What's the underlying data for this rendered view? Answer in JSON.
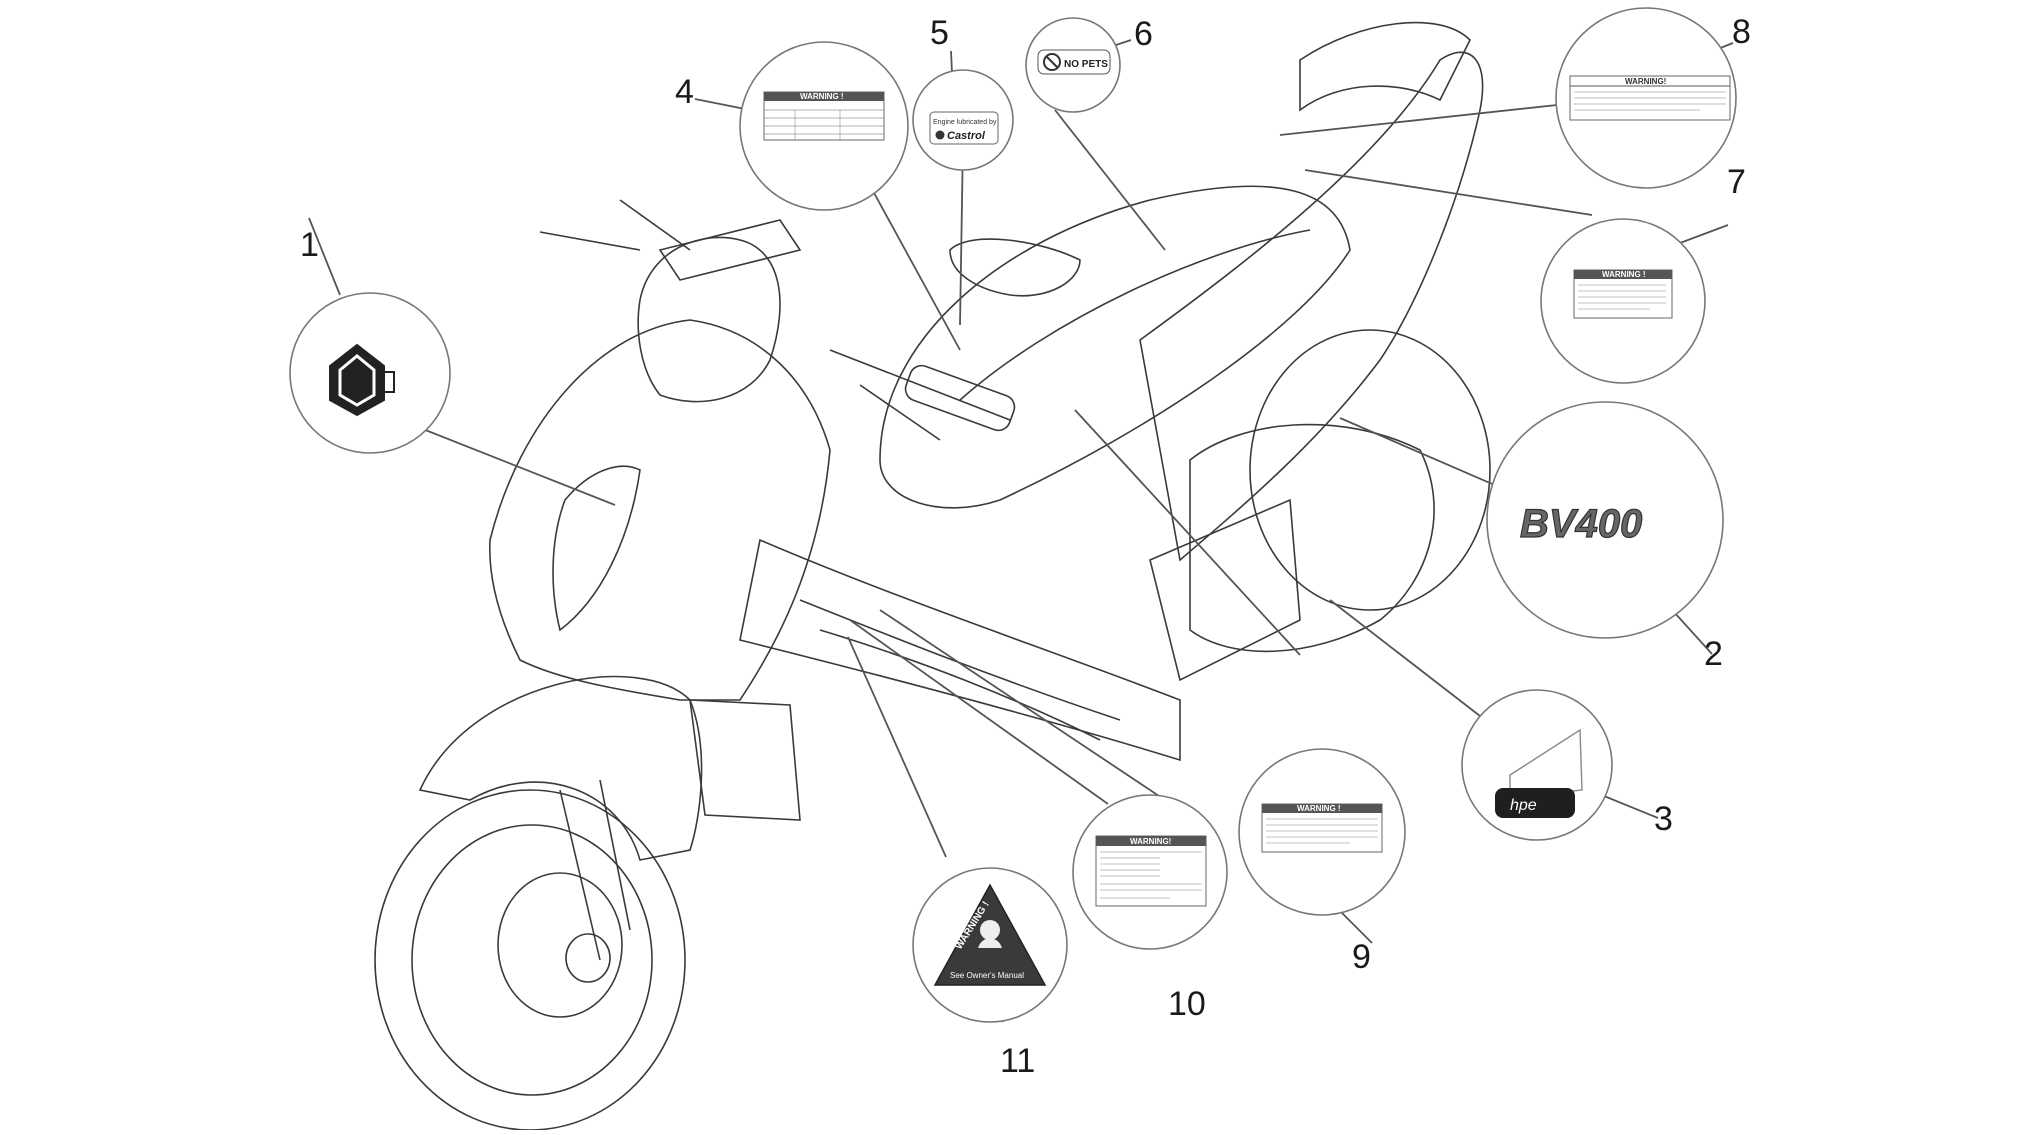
{
  "callouts": [
    {
      "number": "1"
    },
    {
      "number": "2",
      "text": "BV400"
    },
    {
      "number": "3",
      "text": "hpe"
    },
    {
      "number": "4",
      "text": "WARNING !"
    },
    {
      "number": "5",
      "line1": "Engine lubricated by",
      "line2": "Castrol"
    },
    {
      "number": "6",
      "text": "NO PETS"
    },
    {
      "number": "7",
      "text": "WARNING !"
    },
    {
      "number": "8",
      "text": "WARNING!"
    },
    {
      "number": "9",
      "text": "WARNING !"
    },
    {
      "number": "10",
      "text": "WARNING!"
    },
    {
      "number": "11",
      "line1": "WARNING !",
      "line2": "See Owner's Manual"
    }
  ]
}
